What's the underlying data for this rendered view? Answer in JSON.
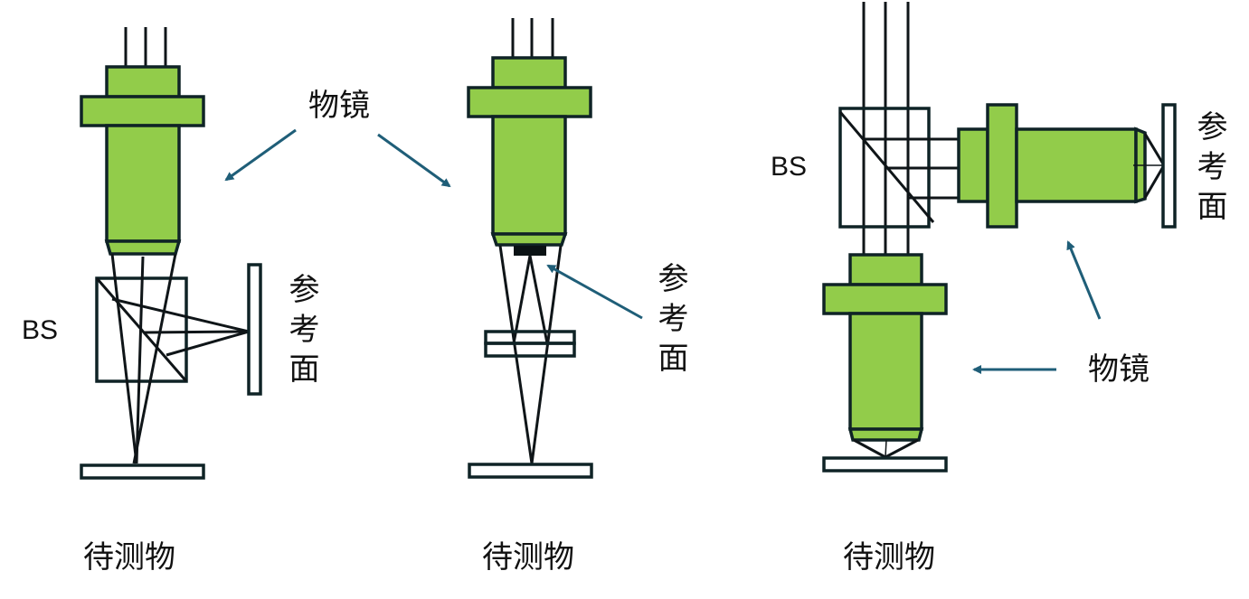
{
  "colors": {
    "objective_fill": "#92cc4a",
    "outline": "#0f2326",
    "arrow": "#1f5e78",
    "text": "#111111"
  },
  "panels": [
    {
      "id": "michelson",
      "objective_label": "物镜",
      "bs_label": "BS",
      "reference_label": "参考面",
      "sample_label": "待测物"
    },
    {
      "id": "mirau",
      "reference_label": "参考面",
      "sample_label": "待测物"
    },
    {
      "id": "linnik",
      "bs_label": "BS",
      "reference_label": "参考面",
      "objective_label": "物镜",
      "sample_label": "待测物"
    }
  ]
}
